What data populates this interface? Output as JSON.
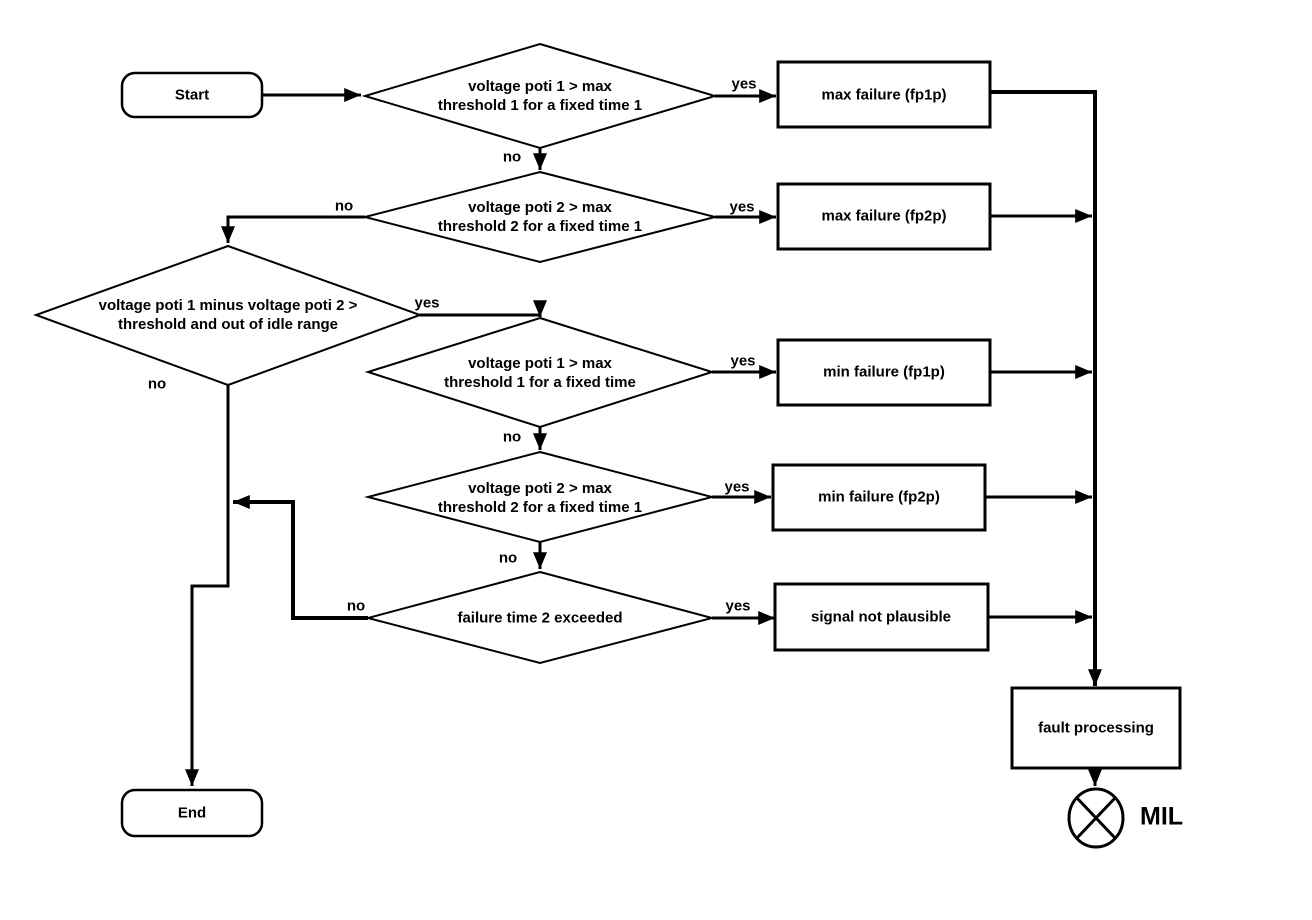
{
  "diagram_type": "flowchart",
  "colors": {
    "line": "#000000",
    "background": "#ffffff",
    "text": "#000000"
  },
  "labels": {
    "yes": "yes",
    "no": "no"
  },
  "nodes": {
    "start": {
      "text": "Start",
      "type": "terminator"
    },
    "decision_max_threshold_1": {
      "text": "voltage poti 1 > max\nthreshold 1 for a fixed time 1",
      "type": "decision"
    },
    "process_max_failure_fp1p": {
      "text": "max failure (fp1p)",
      "type": "process"
    },
    "decision_max_threshold_2": {
      "text": "voltage poti 2 > max\nthreshold 2 for a fixed time 1",
      "type": "decision"
    },
    "process_max_failure_fp2p": {
      "text": "max failure (fp2p)",
      "type": "process"
    },
    "decision_plausibility": {
      "text": "voltage poti 1 minus voltage poti 2 >\nthreshold and out of  idle range",
      "type": "decision"
    },
    "decision_min_threshold_1": {
      "text": "voltage poti 1 > max\nthreshold 1 for a fixed time",
      "type": "decision"
    },
    "process_min_failure_fp1p": {
      "text": "min failure (fp1p)",
      "type": "process"
    },
    "decision_min_threshold_2": {
      "text": "voltage poti 2 > max\nthreshold 2 for a fixed time 1",
      "type": "decision"
    },
    "process_min_failure_fp2p": {
      "text": "min failure (fp2p)",
      "type": "process"
    },
    "decision_failure_time": {
      "text": "failure time 2 exceeded",
      "type": "decision"
    },
    "process_signal_not_plausible": {
      "text": "signal not plausible",
      "type": "process"
    },
    "process_fault_processing": {
      "text": "fault processing",
      "type": "process"
    },
    "mil_indicator": {
      "text": "MIL",
      "type": "lamp"
    },
    "end": {
      "text": "End",
      "type": "terminator"
    }
  }
}
